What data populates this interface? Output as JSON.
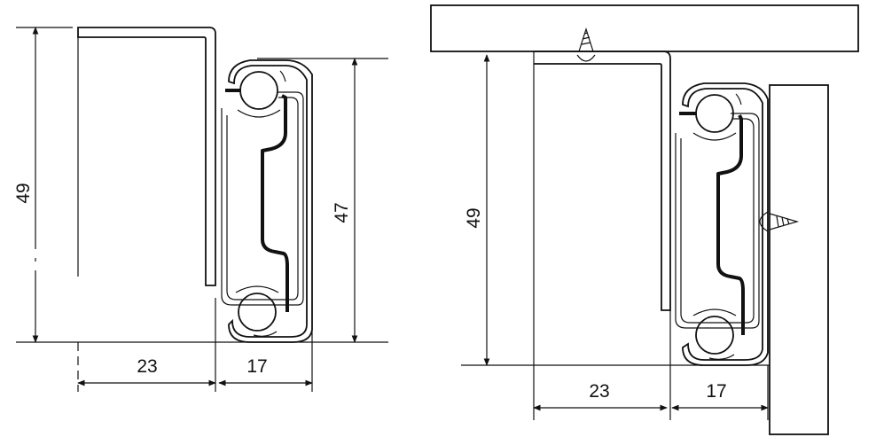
{
  "left_view": {
    "height_label": "49",
    "rail_height_label": "47",
    "width_left_label": "23",
    "width_right_label": "17"
  },
  "right_view": {
    "height_label": "49",
    "width_left_label": "23",
    "width_right_label": "17"
  },
  "colors": {
    "ink": "#111111",
    "background": "#ffffff"
  }
}
